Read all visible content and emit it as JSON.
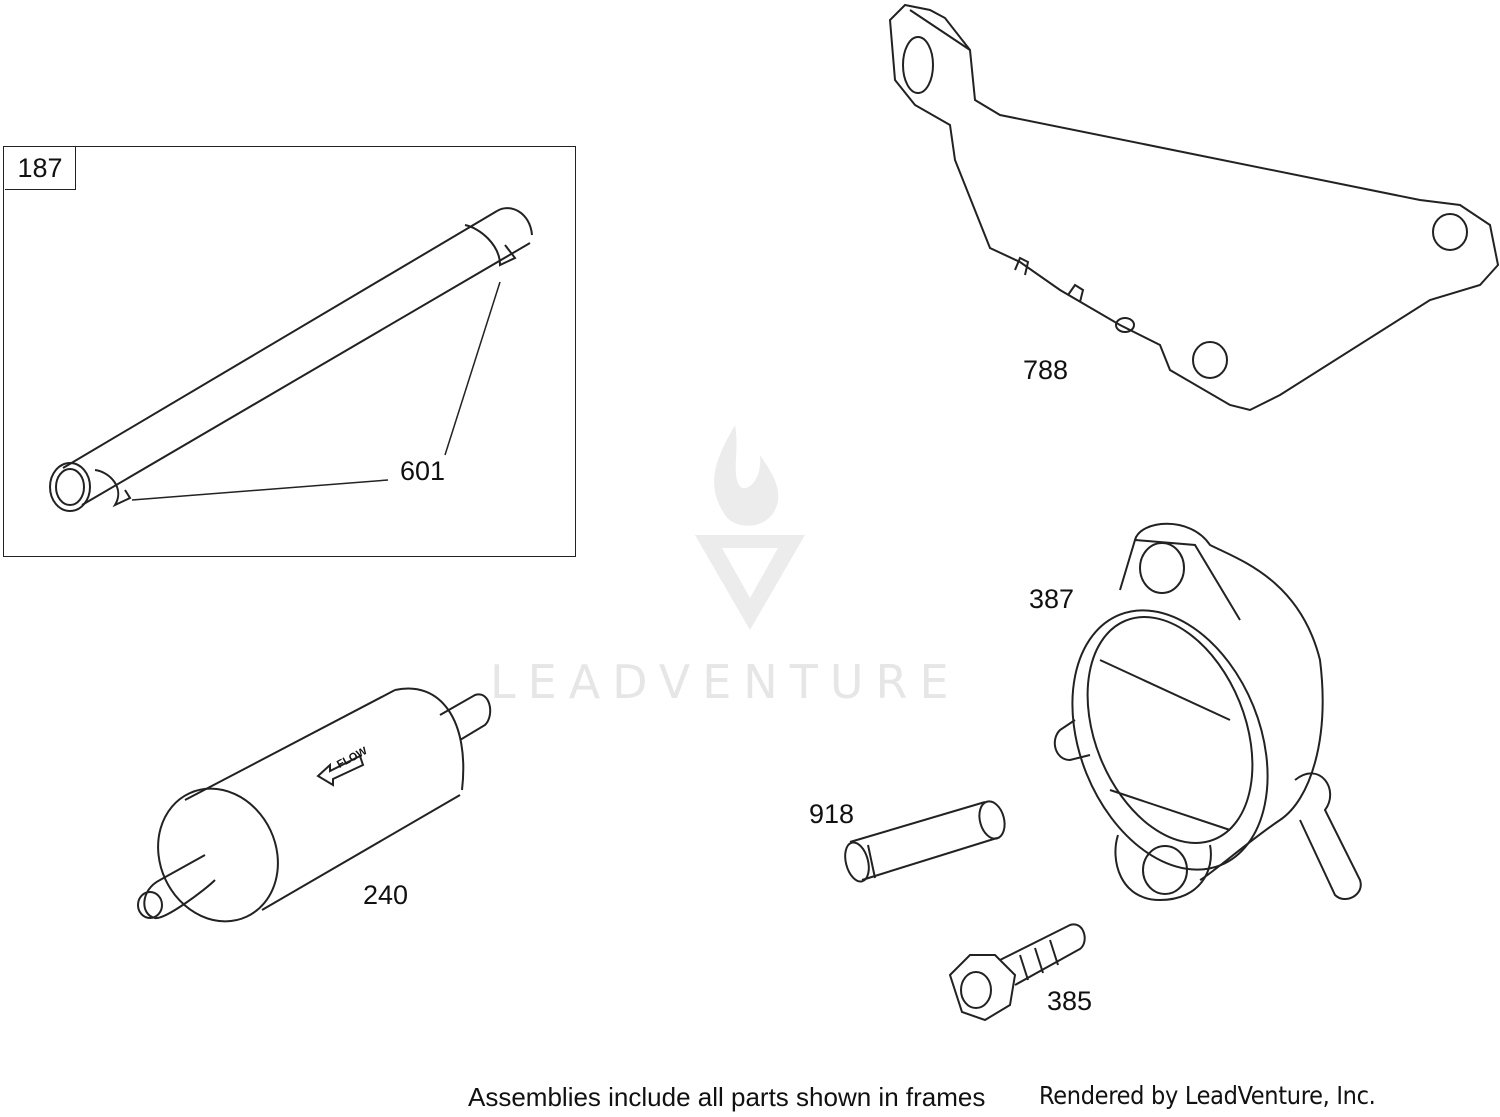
{
  "frame": {
    "label": "187"
  },
  "callouts": {
    "hose": "601",
    "bracket": "788",
    "fuel_pump": "387",
    "fitting": "918",
    "fuel_filter": "240",
    "screw": "385"
  },
  "filter_arrow_text": "FLOW",
  "watermark": {
    "text": "LEADVENTURE"
  },
  "footer": {
    "note": "Assemblies include all parts shown in frames",
    "credit": "Rendered by LeadVenture, Inc."
  }
}
